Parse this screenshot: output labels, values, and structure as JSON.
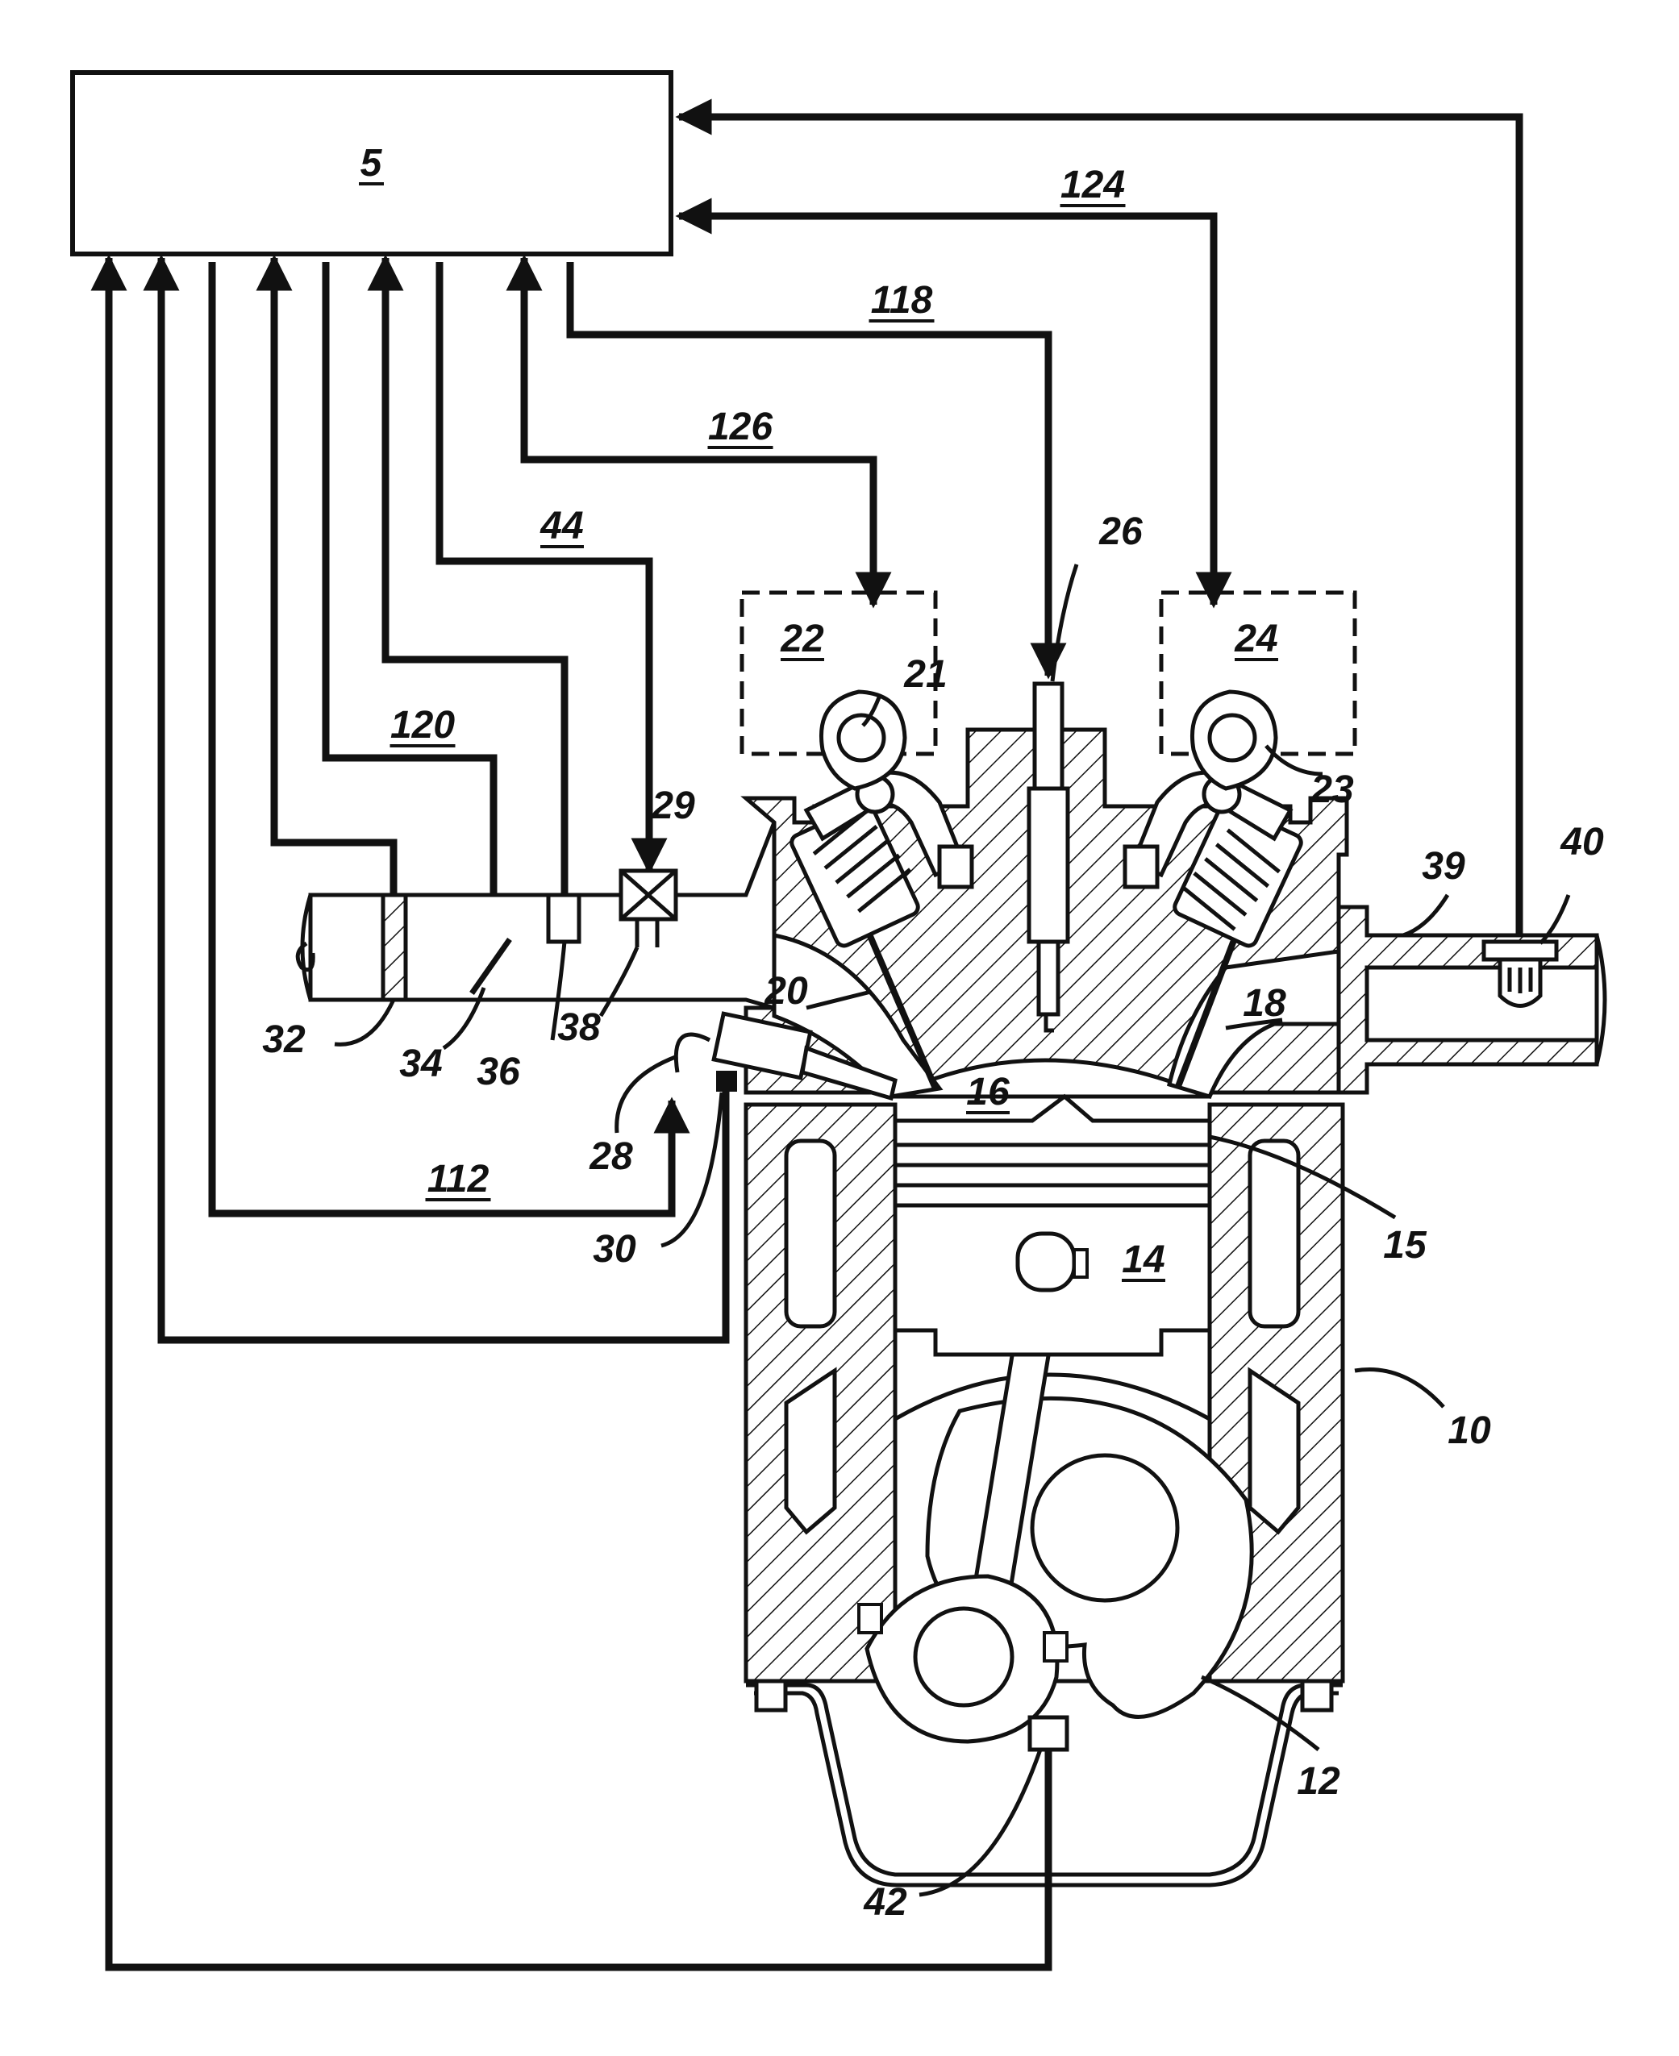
{
  "figure": {
    "controller_label": "5",
    "labels": [
      {
        "id": "124",
        "underlined": true
      },
      {
        "id": "118",
        "underlined": true
      },
      {
        "id": "126",
        "underlined": true
      },
      {
        "id": "44",
        "underlined": true
      },
      {
        "id": "120",
        "underlined": true
      },
      {
        "id": "112",
        "underlined": true
      },
      {
        "id": "22",
        "underlined": true
      },
      {
        "id": "24",
        "underlined": true
      },
      {
        "id": "16",
        "underlined": true
      },
      {
        "id": "14",
        "underlined": true
      },
      {
        "id": "26",
        "underlined": false
      },
      {
        "id": "21",
        "underlined": false
      },
      {
        "id": "23",
        "underlined": false
      },
      {
        "id": "29",
        "underlined": false
      },
      {
        "id": "39",
        "underlined": false
      },
      {
        "id": "40",
        "underlined": false
      },
      {
        "id": "20",
        "underlined": false
      },
      {
        "id": "18",
        "underlined": false
      },
      {
        "id": "32",
        "underlined": false
      },
      {
        "id": "34",
        "underlined": false
      },
      {
        "id": "36",
        "underlined": false
      },
      {
        "id": "38",
        "underlined": false
      },
      {
        "id": "28",
        "underlined": false
      },
      {
        "id": "30",
        "underlined": false
      },
      {
        "id": "15",
        "underlined": false
      },
      {
        "id": "10",
        "underlined": false
      },
      {
        "id": "12",
        "underlined": false
      },
      {
        "id": "42",
        "underlined": false
      }
    ]
  }
}
